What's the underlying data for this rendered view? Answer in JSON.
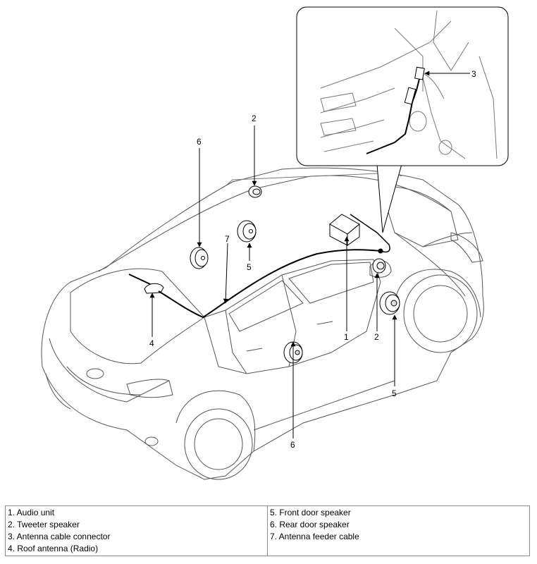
{
  "callouts": {
    "c1": "1",
    "c2a": "2",
    "c2b": "2",
    "c3": "3",
    "c4": "4",
    "c5a": "5",
    "c5b": "5",
    "c6a": "6",
    "c6b": "6",
    "c7": "7"
  },
  "legend": {
    "left": [
      "1. Audio unit",
      "2. Tweeter speaker",
      "3. Antenna cable connector",
      "4. Roof antenna (Radio)"
    ],
    "right": [
      "5. Front door speaker",
      "6. Rear door speaker",
      "7. Antenna feeder cable"
    ]
  }
}
